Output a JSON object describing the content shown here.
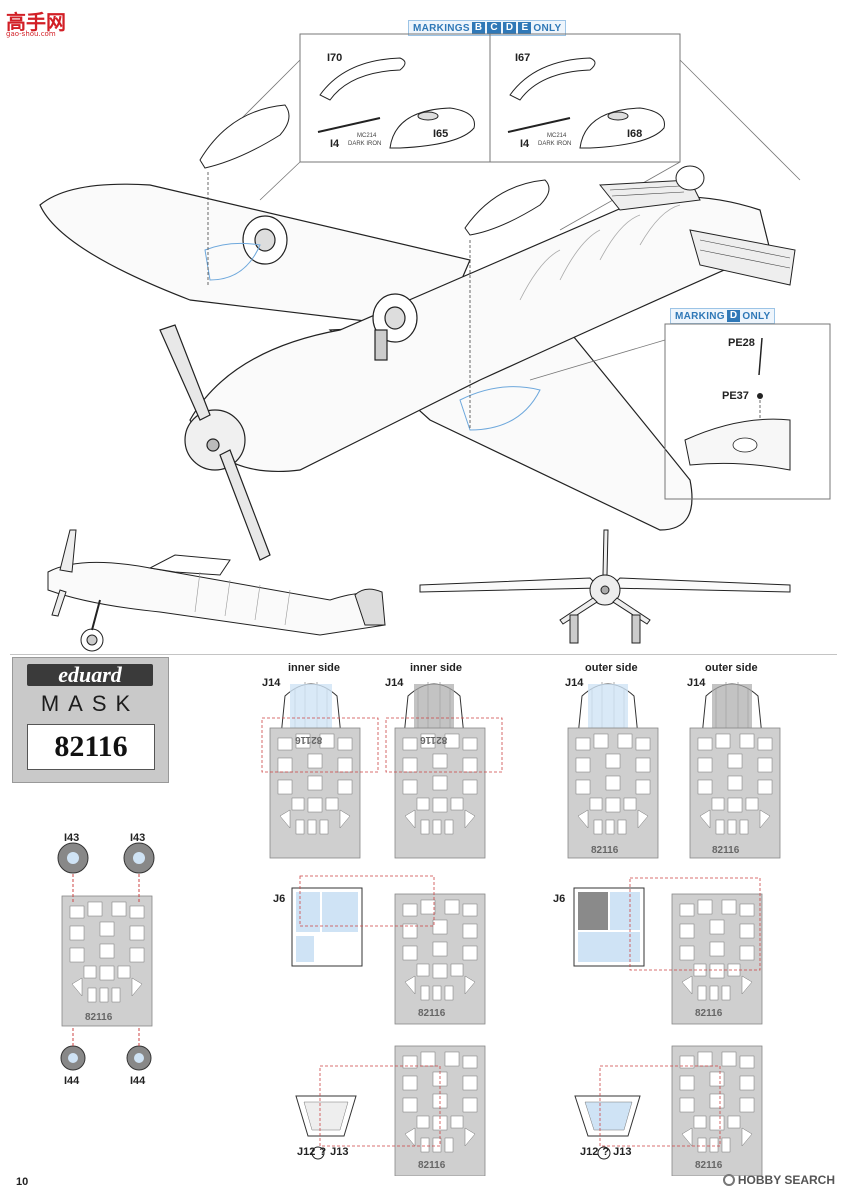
{
  "site_logo": {
    "text": "高手网",
    "url": "gao-shou.com"
  },
  "page_number": "10",
  "watermark": {
    "text": "HOBBY SEARCH",
    "prefix": "© "
  },
  "banners": {
    "markings_bcde": {
      "prefix": "MARKINGS",
      "codes": [
        "B",
        "C",
        "D",
        "E"
      ],
      "suffix": "ONLY"
    },
    "markings_d": {
      "prefix": "MARKING",
      "codes": [
        "D"
      ],
      "suffix": "ONLY"
    }
  },
  "parts": {
    "i70": "I70",
    "i67": "I67",
    "i65": "I65",
    "i68": "I68",
    "i4_left": "I4",
    "i4_right": "I4",
    "color_left": "MC214",
    "color_left_name": "DARK IRON",
    "color_right": "MC214",
    "color_right_name": "DARK IRON",
    "pe28": "PE28",
    "pe37": "PE37"
  },
  "mask_logo": {
    "brand": "eduard",
    "product": "MASK",
    "code": "82116"
  },
  "mask_sheet": {
    "captions": [
      "inner side",
      "inner side",
      "outer side",
      "outer side"
    ],
    "j14": [
      "J14",
      "J14",
      "J14",
      "J14"
    ],
    "j6": [
      "J6",
      "J6"
    ],
    "j12_left": "J12",
    "j13_left": "J13",
    "j12_right": "J12",
    "j13_right": "J13",
    "question": "?",
    "sheet_codes": [
      "82116",
      "82116",
      "82116",
      "82116",
      "82116",
      "82116",
      "82116",
      "82116",
      "82116"
    ]
  },
  "wheels": {
    "i43_left": "I43",
    "i43_right": "I43",
    "i44_left": "I44",
    "i44_right": "I44"
  },
  "colors": {
    "accent_blue": "#2f78b7",
    "mask_blue": "#cfe3f5",
    "mask_gray": "#cfcfcf",
    "dash_red": "#cc4444",
    "logo_red": "#d21f26"
  }
}
